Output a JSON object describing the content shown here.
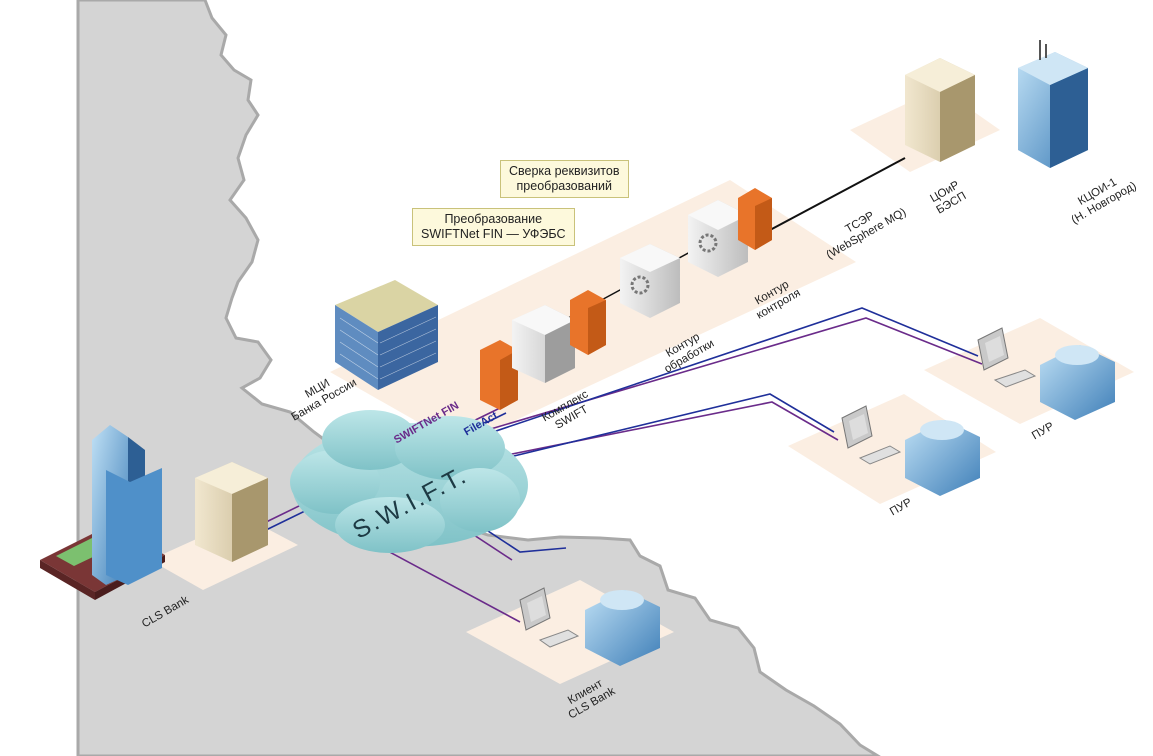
{
  "labels": {
    "callout_verify": "Сверка реквизитов\nпреобразований",
    "callout_convert": "Преобразование\nSWIFTNet FIN — УФЭБС",
    "mci": "МЦИ\nБанка России",
    "swift_complex": "Комплекс\nSWIFT",
    "processing": "Контур\nобработки",
    "control": "Контур\nконтроля",
    "tsar": "ТСЭР\n(WebSphere MQ)",
    "coir": "ЦОиР\nБЭСП",
    "kcoi": "КЦОИ-1\n(Н. Новгород)",
    "swiftnet_fin": "SWIFTNet FIN",
    "fileact": "FileAct",
    "swift_cloud": "S.W.I.F.T.",
    "cls_bank": "CLS Bank",
    "client_cls": "Клиент\nCLS Bank",
    "pur_1": "ПУР",
    "pur_2": "ПУР"
  },
  "colors": {
    "land": "#d4d4d4",
    "land_border": "#a9a9a9",
    "cloud": "#9fd3d6",
    "zone": "#fbeee2",
    "line_fin": "#6a2b8a",
    "line_fileact": "#1f2f9a",
    "firewall": "#e8742a"
  }
}
